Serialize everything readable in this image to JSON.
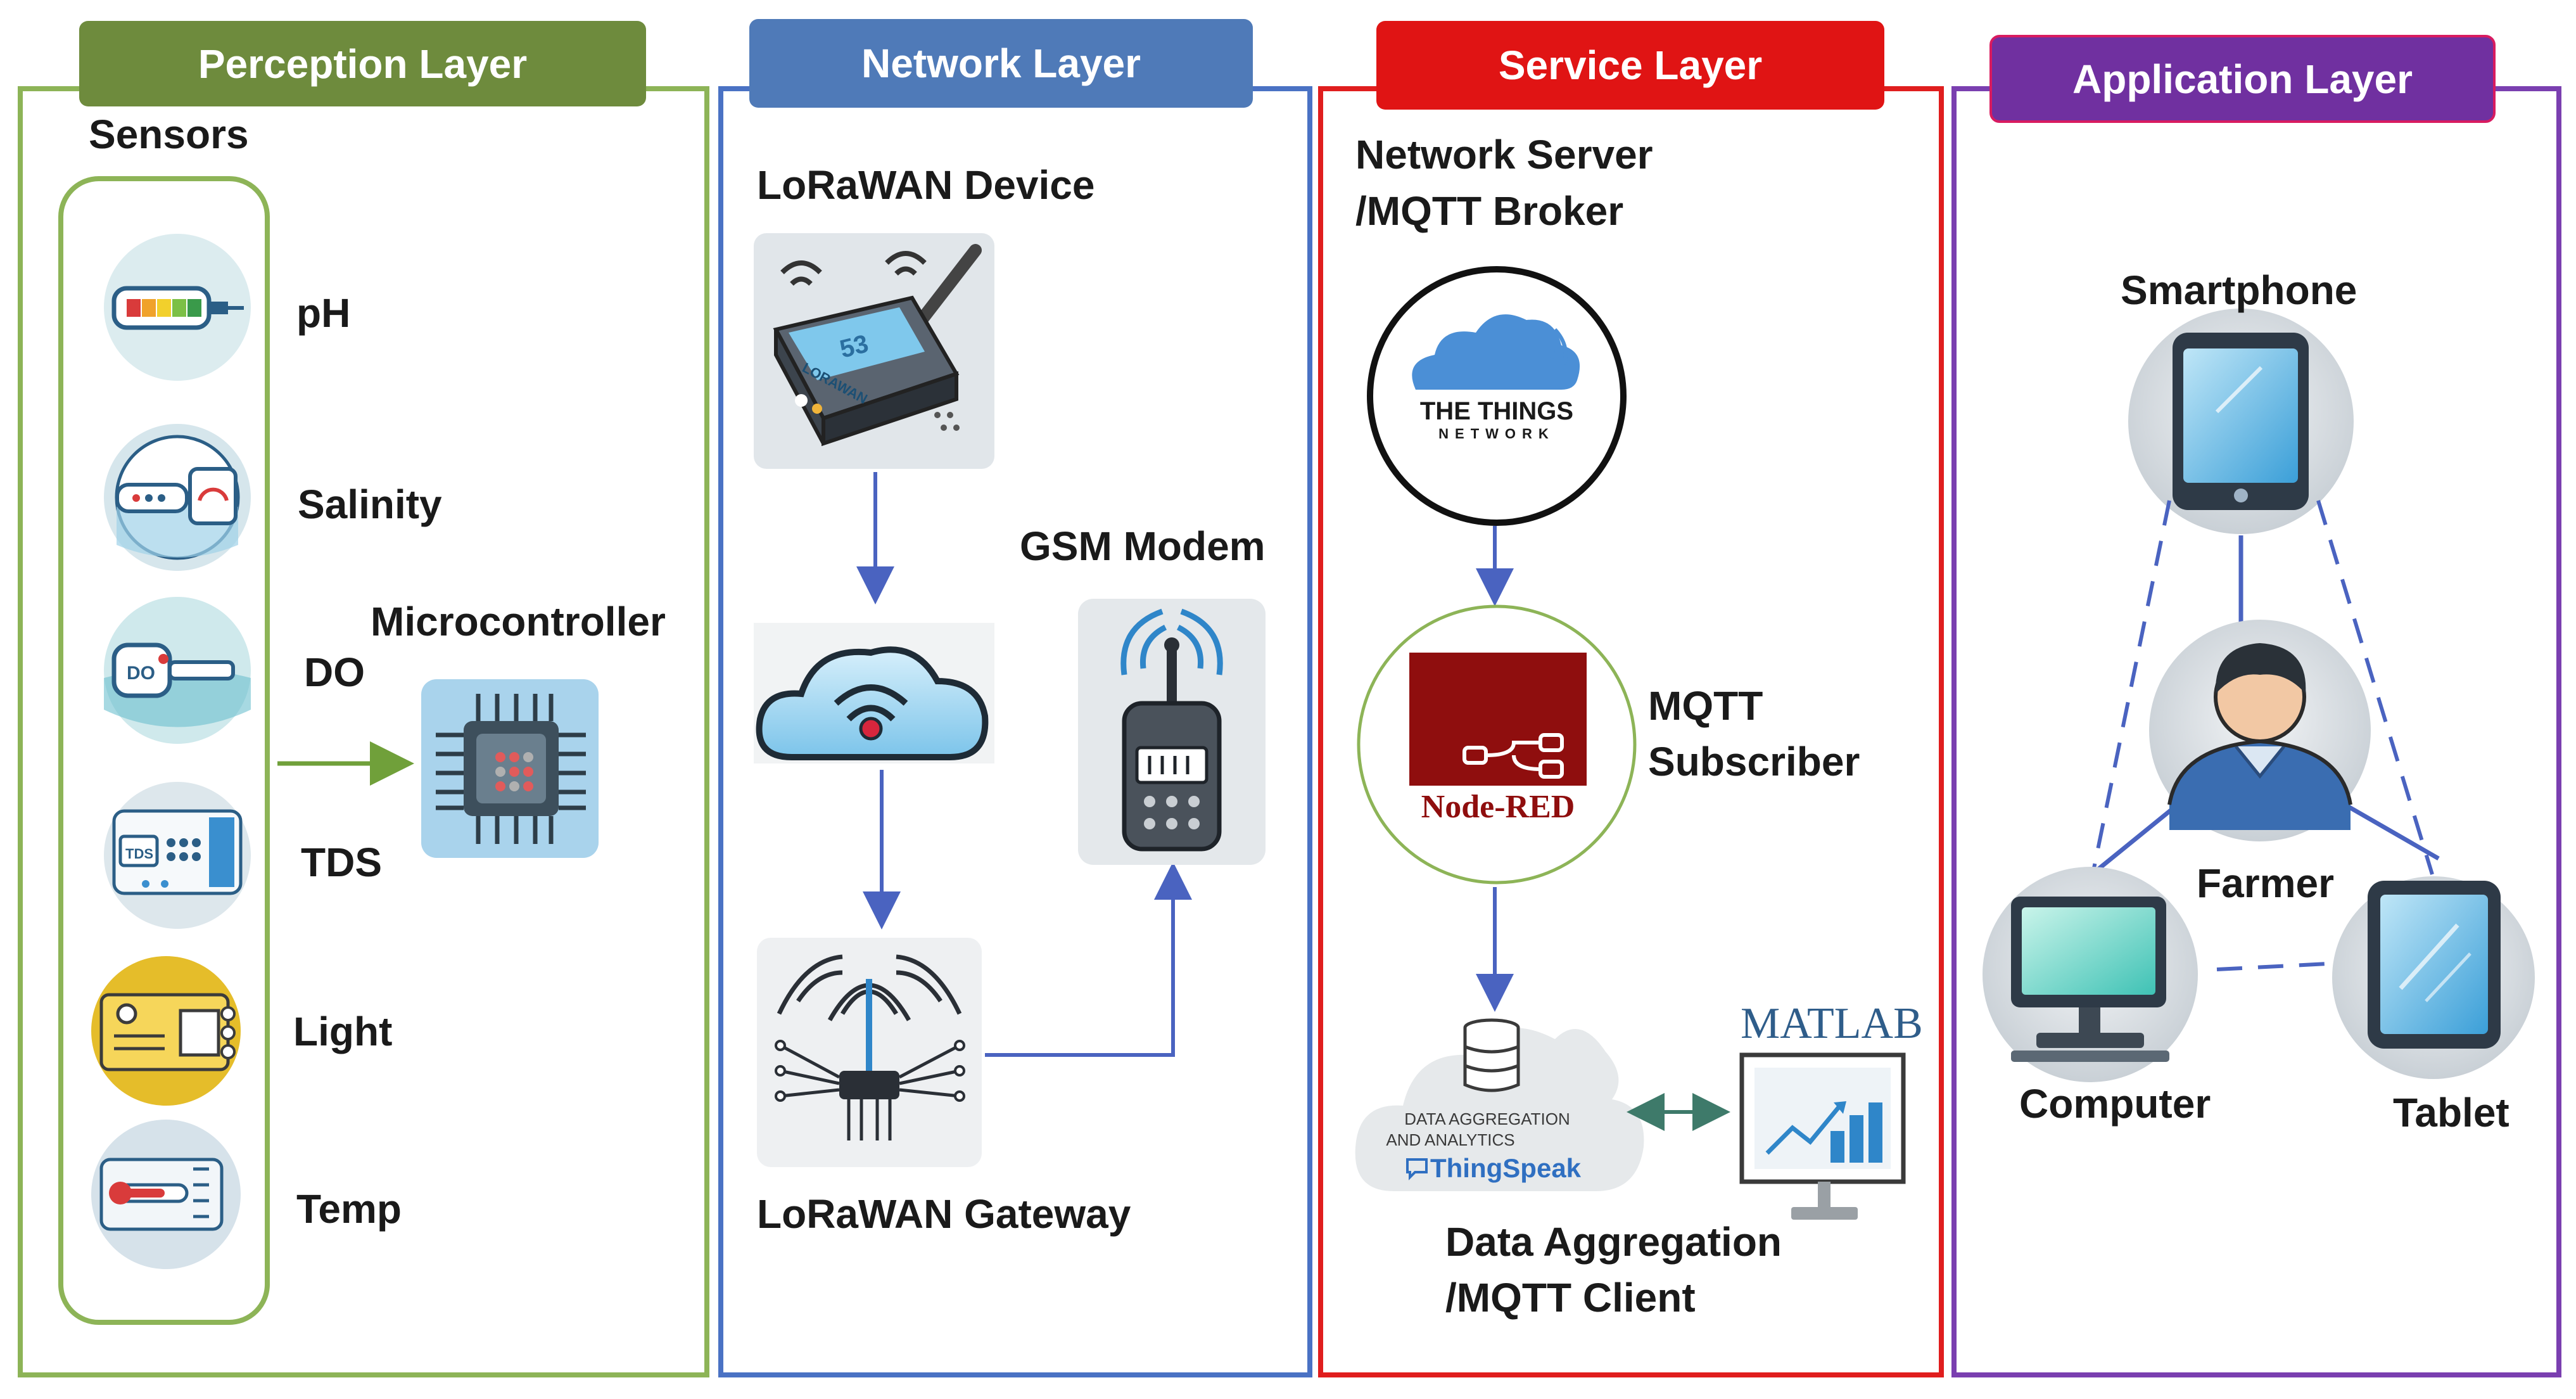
{
  "layers": {
    "perception": {
      "title": "Perception Layer",
      "color": "#6e8b3d",
      "border": "#8db457"
    },
    "network": {
      "title": "Network Layer",
      "color": "#4f7ab8",
      "border": "#4a72c4"
    },
    "service": {
      "title": "Service Layer",
      "color": "#e01414",
      "border": "#e01e1e"
    },
    "application": {
      "title": "Application Layer",
      "color": "#7030a0",
      "border": "#7a3fb0"
    }
  },
  "perception": {
    "sensors_heading": "Sensors",
    "sensors": [
      {
        "label": "pH",
        "icon": "ph-sensor-icon"
      },
      {
        "label": "Salinity",
        "icon": "salinity-sensor-icon"
      },
      {
        "label": "DO",
        "icon": "do-sensor-icon"
      },
      {
        "label": "TDS",
        "icon": "tds-sensor-icon"
      },
      {
        "label": "Light",
        "icon": "light-sensor-icon"
      },
      {
        "label": "Temp",
        "icon": "temp-sensor-icon"
      }
    ],
    "microcontroller_label": "Microcontroller"
  },
  "network": {
    "device_label": "LoRaWAN Device",
    "device_icon_text": "LORAWAN",
    "device_display": "53",
    "gsm_label": "GSM Modem",
    "gateway_label": "LoRaWAN Gateway"
  },
  "service": {
    "server_label_line1": "Network Server",
    "server_label_line2": "/MQTT Broker",
    "ttn_line1": "THE THINGS",
    "ttn_line2": "NETWORK",
    "nodered_label": "Node-RED",
    "subscriber_line1": "MQTT",
    "subscriber_line2": "Subscriber",
    "cloud_line1": "DATA AGGREGATION",
    "cloud_line2": "AND ANALYTICS",
    "thingspeak": "ThingSpeak",
    "matlab": "MATLAB",
    "client_line1": "Data Aggregation",
    "client_line2": "/MQTT Client"
  },
  "application": {
    "smartphone": "Smartphone",
    "farmer": "Farmer",
    "computer": "Computer",
    "tablet": "Tablet"
  },
  "colors": {
    "arrow_green": "#70a03a",
    "arrow_blue": "#4a63c0",
    "arrow_teal": "#3e7a6a",
    "dash_blue": "#4a63c0"
  }
}
